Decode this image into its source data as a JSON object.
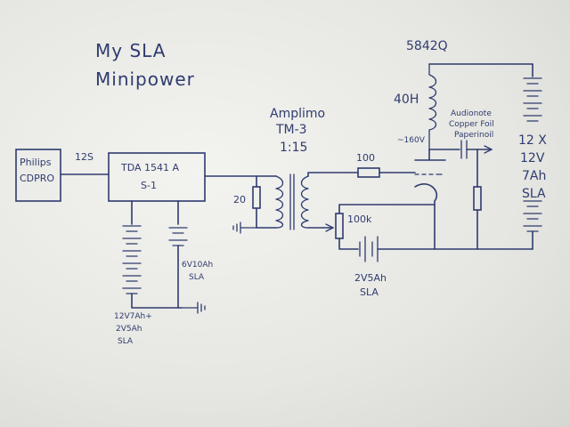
{
  "title_line1": "My SLA",
  "title_line2": "Minipower",
  "tube": "5842Q",
  "source_line1": "Philips",
  "source_line2": "CDPRO",
  "link_label": "12S",
  "dac_line1": "TDA 1541 A",
  "dac_line2": "S-1",
  "transformer_line1": "Amplimo",
  "transformer_line2": "TM-3",
  "transformer_ratio": "1:15",
  "r_shunt": "20",
  "r_grid": "100",
  "pot": "100k",
  "choke": "40H",
  "hv": "~160V",
  "cap_line1": "Audionote",
  "cap_line2": "Copper Foil",
  "cap_line3": "Paperinoil",
  "hv_bat_line1": "12 X",
  "hv_bat_line2": "12V",
  "hv_bat_line3": "7Ah",
  "hv_bat_line4": "SLA",
  "bias_bat_line1": "2V5Ah",
  "bias_bat_line2": "SLA",
  "dac_bat_line1": "12V7Ah+",
  "dac_bat_line2": "2V5Ah",
  "dac_bat_line3": "SLA",
  "dac_bat2_line1": "6V10Ah",
  "dac_bat2_line2": "SLA",
  "colors": {
    "ink": "#2e3b6e",
    "paper": "#e9e9e6"
  }
}
